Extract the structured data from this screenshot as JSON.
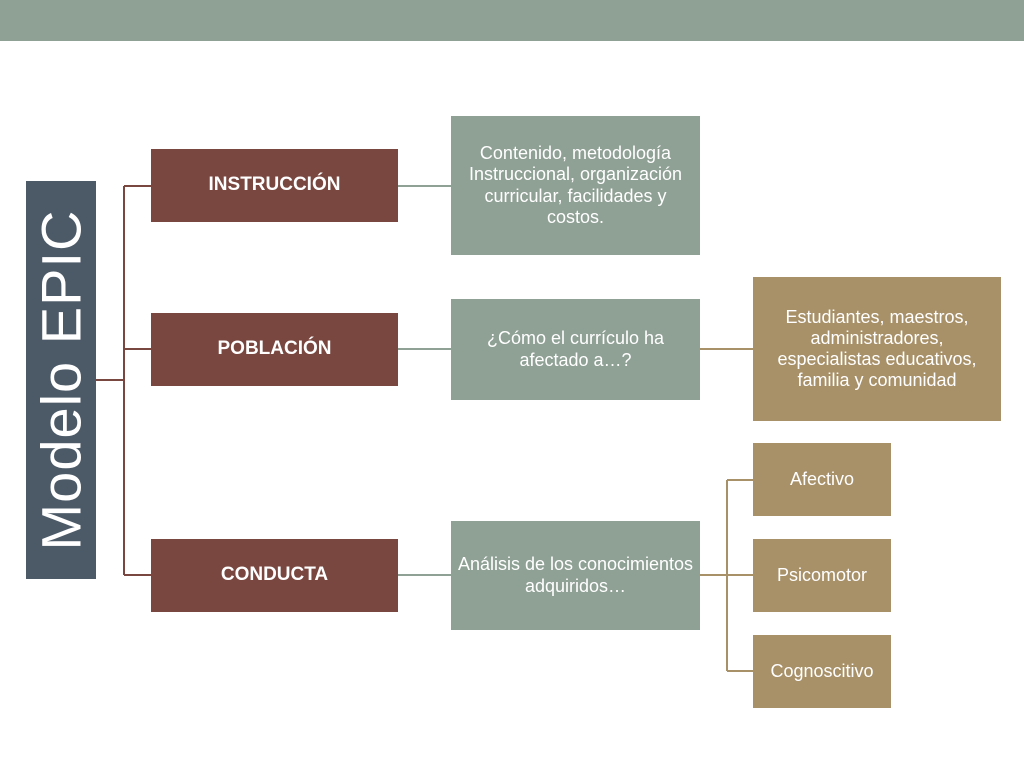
{
  "title": "Modelo EPIC",
  "colors": {
    "top_bar": "#8fa095",
    "title_box": "#4c5a68",
    "level1": "#7a4740",
    "level2": "#8fa095",
    "level3": "#a89068"
  },
  "branches": [
    {
      "label": "INSTRUCCIÓN",
      "detail": "Contenido, metodología Instruccional, organización curricular, facilidades y costos."
    },
    {
      "label": "POBLACIÓN",
      "detail": "¿Cómo el currículo ha afectado a…?",
      "sub": "Estudiantes, maestros, administradores, especialistas educativos, familia y comunidad"
    },
    {
      "label": "CONDUCTA",
      "detail": "Análisis de los conocimientos adquiridos…",
      "subs": [
        "Afectivo",
        "Psicomotor",
        "Cognoscitivo"
      ]
    }
  ]
}
